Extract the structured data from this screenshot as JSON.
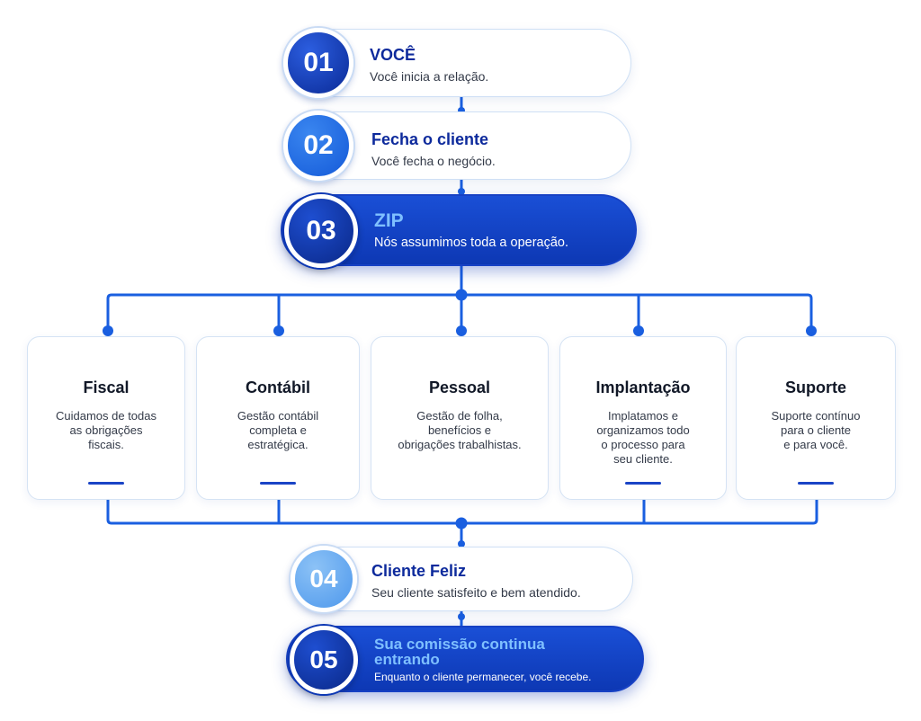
{
  "steps": [
    {
      "number": "01",
      "title": "VOCÊ",
      "description": "Você inicia a relação."
    },
    {
      "number": "02",
      "title": "Fecha o cliente",
      "description": "Você fecha o negócio."
    },
    {
      "number": "03",
      "title": "ZIP",
      "description": "Nós assumimos toda a operação."
    },
    {
      "number": "04",
      "title": "Cliente Feliz",
      "description": "Seu cliente satisfeito e bem atendido."
    },
    {
      "number": "05",
      "title_line1": "Sua comissão continua",
      "title_line2": "entrando",
      "description": "Enquanto o cliente permanecer, você recebe."
    }
  ],
  "services": [
    {
      "title": "Fiscal",
      "lines": [
        "Cuidamos de todas",
        "as obrigações",
        "fiscais."
      ]
    },
    {
      "title": "Contábil",
      "lines": [
        "Gestão contábil",
        "completa e",
        "estratégica."
      ]
    },
    {
      "title": "Pessoal",
      "lines": [
        "Gestão de folha,",
        "benefícios e",
        "obrigações trabalhistas."
      ]
    },
    {
      "title": "Implantação",
      "lines": [
        "Implatamos e",
        "organizamos todo",
        "o processo para",
        "seu cliente."
      ]
    },
    {
      "title": "Suporte",
      "lines": [
        "Suporte contínuo",
        "para o cliente",
        "e para você."
      ]
    }
  ],
  "colors": {
    "primary": "#0d38b4",
    "accent": "#1a66e8",
    "light_accent": "#7fc0ff",
    "line": "#1a5fe0"
  }
}
